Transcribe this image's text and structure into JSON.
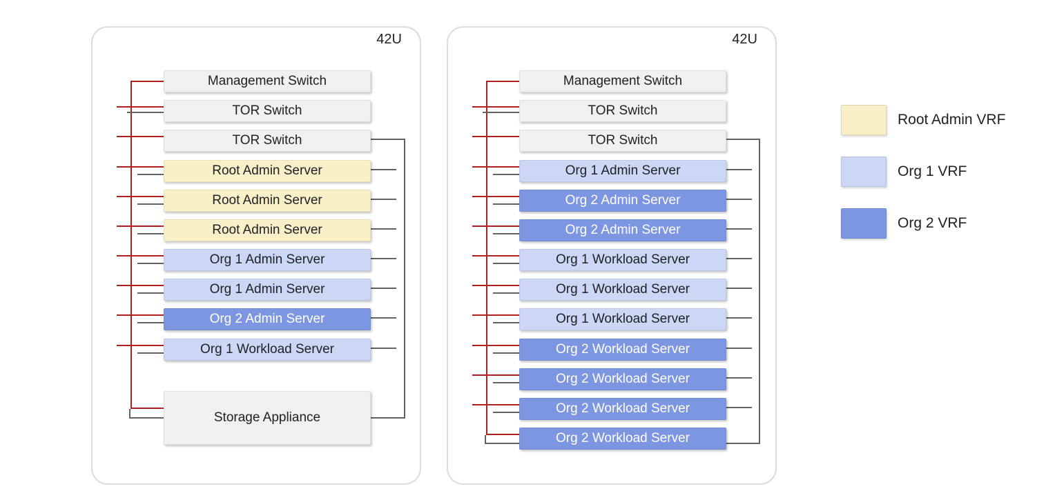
{
  "diagram": {
    "racks": [
      {
        "name": "rack-1",
        "capacity_label": "42U",
        "units": [
          {
            "label": "Management Switch",
            "vrf": "infra"
          },
          {
            "label": "TOR Switch",
            "vrf": "infra"
          },
          {
            "label": "TOR Switch",
            "vrf": "infra"
          },
          {
            "label": "Root Admin Server",
            "vrf": "root_admin"
          },
          {
            "label": "Root Admin Server",
            "vrf": "root_admin"
          },
          {
            "label": "Root Admin Server",
            "vrf": "root_admin"
          },
          {
            "label": "Org 1 Admin Server",
            "vrf": "org1"
          },
          {
            "label": "Org 1 Admin Server",
            "vrf": "org1"
          },
          {
            "label": "Org 2 Admin Server",
            "vrf": "org2"
          },
          {
            "label": "Org 1 Workload Server",
            "vrf": "org1"
          },
          {
            "label": "Storage Appliance",
            "vrf": "infra",
            "tall": true
          }
        ]
      },
      {
        "name": "rack-2",
        "capacity_label": "42U",
        "units": [
          {
            "label": "Management Switch",
            "vrf": "infra"
          },
          {
            "label": "TOR Switch",
            "vrf": "infra"
          },
          {
            "label": "TOR Switch",
            "vrf": "infra"
          },
          {
            "label": "Org 1 Admin Server",
            "vrf": "org1"
          },
          {
            "label": "Org 2 Admin Server",
            "vrf": "org2"
          },
          {
            "label": "Org 2 Admin Server",
            "vrf": "org2"
          },
          {
            "label": "Org 1 Workload Server",
            "vrf": "org1"
          },
          {
            "label": "Org 1 Workload Server",
            "vrf": "org1"
          },
          {
            "label": "Org 1 Workload Server",
            "vrf": "org1"
          },
          {
            "label": "Org 2 Workload Server",
            "vrf": "org2"
          },
          {
            "label": "Org 2 Workload Server",
            "vrf": "org2"
          },
          {
            "label": "Org 2 Workload Server",
            "vrf": "org2"
          },
          {
            "label": "Org 2 Workload Server",
            "vrf": "org2"
          }
        ]
      }
    ],
    "legend": [
      {
        "label": "Root Admin VRF",
        "vrf": "root_admin"
      },
      {
        "label": "Org 1 VRF",
        "vrf": "org1"
      },
      {
        "label": "Org 2 VRF",
        "vrf": "org2"
      }
    ],
    "colors": {
      "infra": "#F0F0F0",
      "root_admin": "#FAF0C8",
      "org1": "#CCD7F6",
      "org2": "#7D96E2",
      "management_line": "#B01E1E",
      "data_line": "#616161",
      "text_dark": "#202124",
      "text_light": "#FFFFFF"
    }
  }
}
